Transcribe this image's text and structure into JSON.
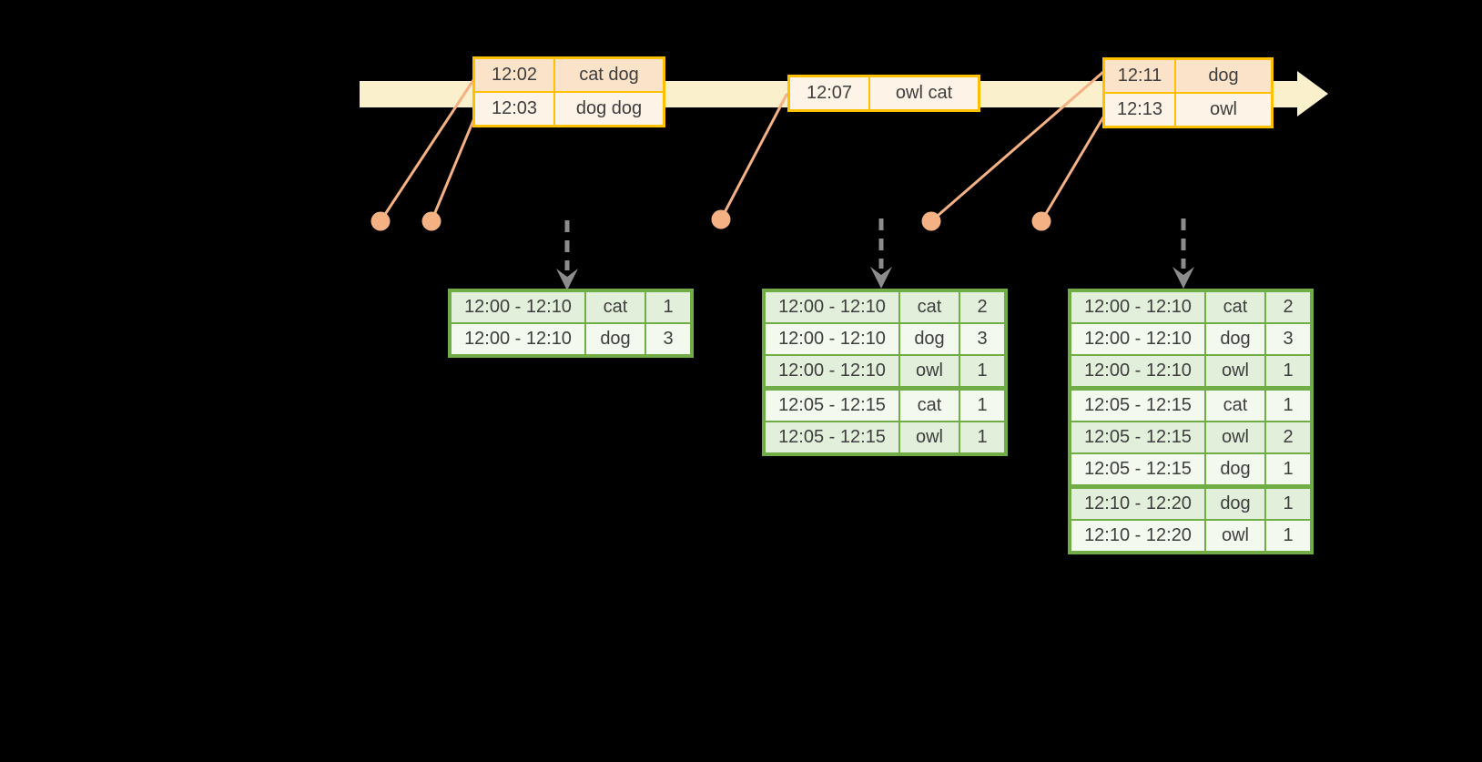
{
  "diagram": {
    "background": "#000000",
    "timeline": {
      "arrow_color": "#FBF0CC",
      "events": [
        {
          "rows": [
            {
              "time": "12:02",
              "words": "cat dog"
            },
            {
              "time": "12:03",
              "words": "dog dog"
            }
          ]
        },
        {
          "rows": [
            {
              "time": "12:07",
              "words": "owl cat"
            }
          ]
        },
        {
          "rows": [
            {
              "time": "12:11",
              "words": "dog"
            },
            {
              "time": "12:13",
              "words": "owl"
            }
          ]
        }
      ]
    },
    "result_tables": [
      {
        "rows": [
          {
            "window": "12:00 - 12:10",
            "word": "cat",
            "count": "1"
          },
          {
            "window": "12:00 - 12:10",
            "word": "dog",
            "count": "3"
          }
        ]
      },
      {
        "rows": [
          {
            "window": "12:00 - 12:10",
            "word": "cat",
            "count": "2"
          },
          {
            "window": "12:00 - 12:10",
            "word": "dog",
            "count": "3"
          },
          {
            "window": "12:00 - 12:10",
            "word": "owl",
            "count": "1"
          },
          {
            "window": "12:05 - 12:15",
            "word": "cat",
            "count": "1"
          },
          {
            "window": "12:05 - 12:15",
            "word": "owl",
            "count": "1"
          }
        ]
      },
      {
        "rows": [
          {
            "window": "12:00 - 12:10",
            "word": "cat",
            "count": "2"
          },
          {
            "window": "12:00 - 12:10",
            "word": "dog",
            "count": "3"
          },
          {
            "window": "12:00 - 12:10",
            "word": "owl",
            "count": "1"
          },
          {
            "window": "12:05 - 12:15",
            "word": "cat",
            "count": "1"
          },
          {
            "window": "12:05 - 12:15",
            "word": "owl",
            "count": "2"
          },
          {
            "window": "12:05 - 12:15",
            "word": "dog",
            "count": "1"
          },
          {
            "window": "12:10 - 12:20",
            "word": "dog",
            "count": "1"
          },
          {
            "window": "12:10 - 12:20",
            "word": "owl",
            "count": "1"
          }
        ]
      }
    ],
    "icons": {
      "timeline_arrowhead": "right-arrow-icon",
      "trigger_arrow": "down-arrow-icon",
      "event_marker": "record-dot"
    },
    "colors": {
      "timeline_cream": "#FBF0CC",
      "event_border_gold": "#FFC000",
      "event_row_dark": "#FAE3C8",
      "event_row_light": "#FDF3E6",
      "connector_salmon": "#F4B183",
      "result_border_green": "#70AD47",
      "result_row_green": "#E2EFDA",
      "result_row_light": "#F4F9F0",
      "trigger_gray": "#8C8C8C",
      "cell_text": "#3E3E3E"
    }
  }
}
